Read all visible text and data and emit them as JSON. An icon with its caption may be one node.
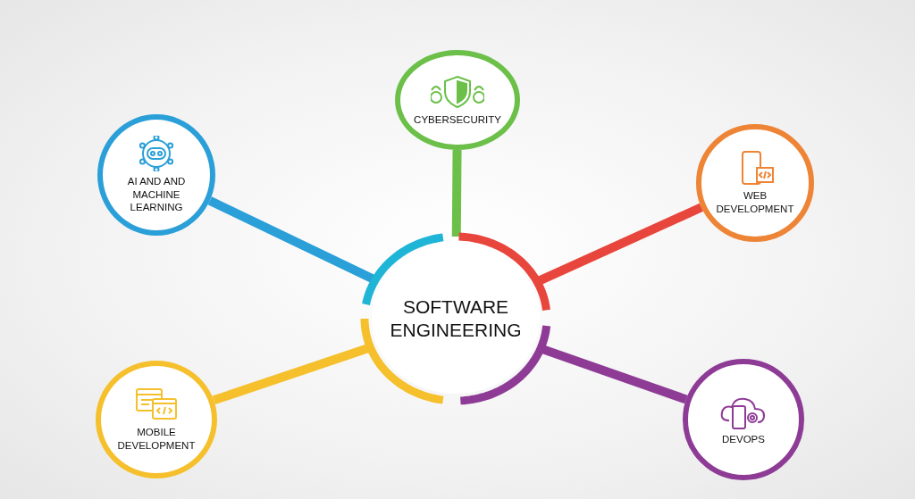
{
  "diagram": {
    "nodes": [
      {
        "text": [
          "CYBERSECURITY"
        ]
      },
      {
        "text": [
          "AI AND AND MACHINE LEARNING"
        ]
      },
      {
        "text": [
          "WEB DEVELOPMENT"
        ]
      },
      {
        "text": [
          "SOFTWARE ENGINEERING"
        ]
      },
      {
        "text": [
          "MOBILE DEVELOPMENT"
        ]
      },
      {
        "text": [
          "DEVOPS"
        ]
      }
    ],
    "edges": [
      {
        "from": 3,
        "to": 0,
        "arrow": "none",
        "color": "#6cc04a"
      },
      {
        "from": 3,
        "to": 1,
        "arrow": "none",
        "color": "#2a9fd8"
      },
      {
        "from": 3,
        "to": 2,
        "arrow": "none",
        "color": "#e8453c"
      },
      {
        "from": 3,
        "to": 4,
        "arrow": "none",
        "color": "#f5c02c"
      },
      {
        "from": 3,
        "to": 5,
        "arrow": "none",
        "color": "#8e3b96"
      }
    ]
  }
}
